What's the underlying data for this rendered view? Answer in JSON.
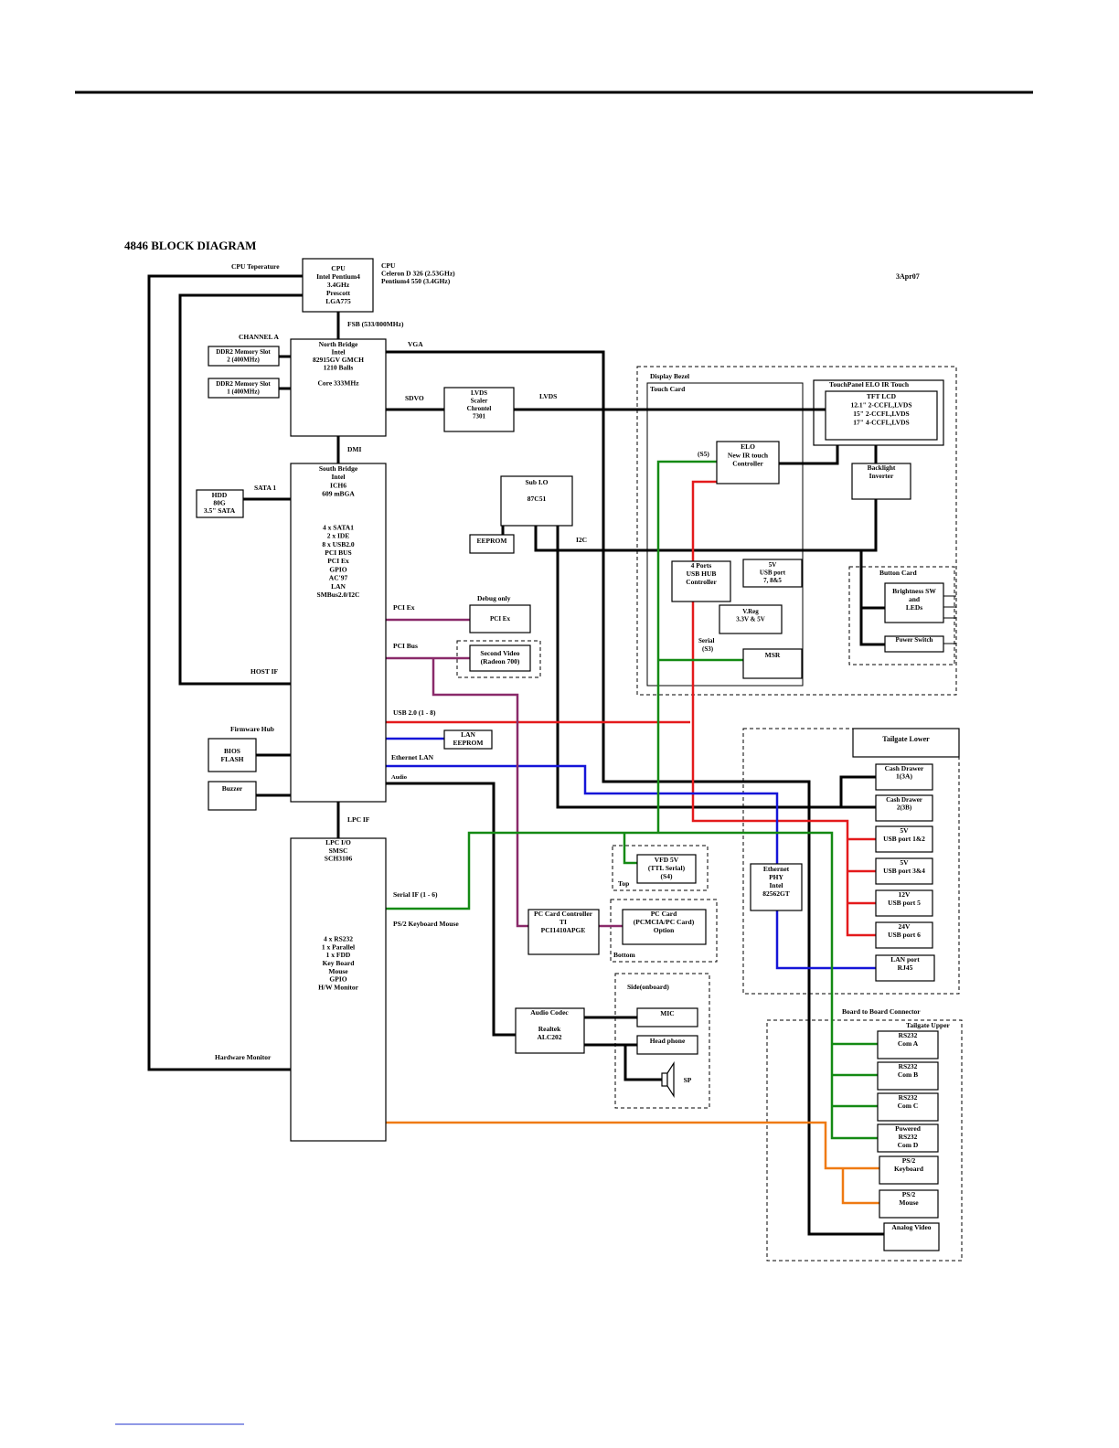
{
  "page": {
    "title": "4846 BLOCK DIAGRAM",
    "date": "3Apr07"
  },
  "blocks": {
    "cpu": [
      "CPU",
      "Intel Pentium4",
      "3.4GHz",
      "Prescott",
      "LGA775"
    ],
    "cpu_options": [
      "CPU",
      "Celeron D 326 (2.53GHz)",
      "Pentium4 550 (3.4GHz)"
    ],
    "north_bridge": [
      "North Bridge",
      "Intel",
      "82915GV GMCH",
      "1210 Balls",
      "",
      "Core 333MHz"
    ],
    "ddr2_slot2": [
      "DDR2 Memory Slot",
      "2 (400MHz)"
    ],
    "ddr2_slot1": [
      "DDR2 Memory Slot",
      "1 (400MHz)"
    ],
    "lvds_scaler": [
      "LVDS",
      "Scaler",
      "Chrontel",
      "7301"
    ],
    "south_bridge": [
      "South Bridge",
      "Intel",
      "ICH6",
      "609 mBGA",
      "",
      "",
      "",
      "4 x SATA1",
      "2 x IDE",
      "8 x USB2.0",
      "PCI BUS",
      "PCI Ex",
      "GPIO",
      "AC'97",
      "LAN",
      "SMBus2.0/I2C"
    ],
    "hdd": [
      "HDD",
      "80G",
      "3.5\" SATA"
    ],
    "sub_io": [
      "Sub I.O",
      "",
      "87C51"
    ],
    "eeprom": [
      "EEPROM"
    ],
    "pci_ex": [
      "PCI Ex"
    ],
    "second_video": [
      "Second Video",
      "(Radeon 700)"
    ],
    "lan_eeprom": [
      "LAN",
      "EEPROM"
    ],
    "bios": [
      "BIOS",
      "FLASH"
    ],
    "buzzer": [
      "Buzzer"
    ],
    "lpc_io": [
      "LPC I/O",
      "SMSC",
      "SCH3106",
      "",
      "",
      "",
      "",
      "",
      "",
      "",
      "",
      "",
      "4 x RS232",
      "1 x Parallel",
      "1 x FDD",
      "Key Board",
      "Mouse",
      "GPIO",
      "H/W Monitor"
    ],
    "tft_lcd": [
      "TFT LCD",
      "12.1\" 2-CCFL,LVDS",
      "15\" 2-CCFL,LVDS",
      "17\" 4-CCFL,LVDS"
    ],
    "elo": [
      "ELO",
      "New IR touch",
      "Controller"
    ],
    "backlight": [
      "Backlight",
      "Inverter"
    ],
    "usb_hub": [
      "4 Ports",
      "USB HUB",
      "Controller"
    ],
    "usb_port_78": [
      "5V",
      "USB port",
      "7, 8&5"
    ],
    "vreg": [
      "V.Reg",
      "3.3V & 5V"
    ],
    "msr": [
      "MSR"
    ],
    "brightness": [
      "Brightness SW",
      "and",
      "LEDs"
    ],
    "power_switch": [
      "Power Switch"
    ],
    "tailgate_lower": [
      "Tailgate Lower"
    ],
    "cash1": [
      "Cash Drawer",
      "1(3A)"
    ],
    "cash2": [
      "Cash Drawer",
      "2(3B)"
    ],
    "usb12": [
      "5V",
      "USB port 1&2"
    ],
    "usb34": [
      "5V",
      "USB port 3&4"
    ],
    "usb5": [
      "12V",
      "USB port 5"
    ],
    "usb6": [
      "24V",
      "USB port 6"
    ],
    "lan_port": [
      "LAN port",
      "RJ45"
    ],
    "eth_phy": [
      "Ethernet",
      "PHY",
      "Intel",
      "82562GT"
    ],
    "vfd": [
      "VFD 5V",
      "(TTL Serial)",
      "(S4)"
    ],
    "pc_card_ctrl": [
      "PC Card Controller",
      "TI",
      "PCI1410APGE"
    ],
    "pc_card": [
      "PC Card",
      "(PCMCIA/PC Card)",
      "Option"
    ],
    "audio_codec": [
      "Audio Codec",
      "",
      "Realtek",
      "ALC202"
    ],
    "mic": [
      "MIC"
    ],
    "headphone": [
      "Head phone"
    ],
    "sp": [
      "SP"
    ],
    "coma": [
      "RS232",
      "Com A"
    ],
    "comb": [
      "RS232",
      "Com B"
    ],
    "comc": [
      "RS232",
      "Com C"
    ],
    "comd": [
      "Powered",
      "RS232",
      "Com D"
    ],
    "ps2kb": [
      "PS/2",
      "Keyboard"
    ],
    "ps2ms": [
      "PS/2",
      "Mouse"
    ],
    "analog": [
      "Analog Video"
    ]
  },
  "labels": {
    "cpu_temp": "CPU Teperature",
    "fsb": "FSB (533/800MHz)",
    "channel_a": "CHANNEL A",
    "vga": "VGA",
    "sdvo": "SDVO",
    "lvds": "LVDS",
    "dmi": "DMI",
    "sata1": "SATA 1",
    "i2c": "I2C",
    "pci_ex": "PCI Ex",
    "debug_only": "Debug only",
    "pci_bus": "PCI Bus",
    "host_if": "HOST IF",
    "usb20": "USB 2.0 (1 - 8)",
    "firmware_hub": "Firmware Hub",
    "ethernet_lan": "Ethernet LAN",
    "audio": "Audio",
    "lpc_if": "LPC IF",
    "serial_if": "Serial IF (1 - 6)",
    "ps2_kb_mouse": "PS/2 Keyboard Mouse",
    "hardware_monitor": "Hardware Monitor",
    "display_bezel": "Display Bezel",
    "touch_card": "Touch Card",
    "touch_panel": "TouchPanel   ELO IR Touch",
    "s5": "(S5)",
    "serial_s3": "Serial",
    "s3": "(S3)",
    "button_card": "Button Card",
    "top": "Top",
    "bottom": "Bottom",
    "side_onboard": "Side(onboard)",
    "board_to_board": "Board to Board Connector",
    "tailgate_upper": "Tailgate Upper"
  }
}
